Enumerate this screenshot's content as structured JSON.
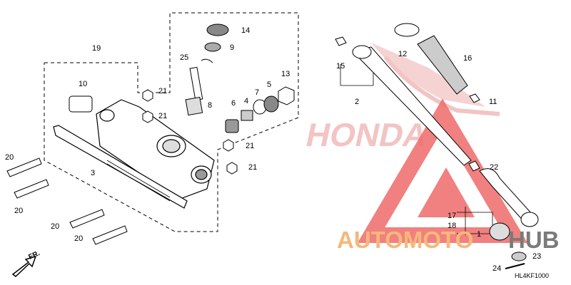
{
  "watermark": {
    "text_left": "AUTOMOTO",
    "text_right": "HUB",
    "color_left": "#f5b87a",
    "color_right": "#7a7a7a",
    "logo_color": "#ef6b6b",
    "brand_text": "HONDA",
    "brand_color": "#f3c4c4"
  },
  "diagram_code": "HL4KF1000",
  "front_label": "FR.",
  "callouts": {
    "c1": "1",
    "c2": "2",
    "c3": "3",
    "c4": "4",
    "c5": "5",
    "c6": "6",
    "c7": "7",
    "c8": "8",
    "c9": "9",
    "c10": "10",
    "c11": "11",
    "c12": "12",
    "c13": "13",
    "c14": "14",
    "c15": "15",
    "c16": "16",
    "c17": "17",
    "c18": "18",
    "c19": "19",
    "c20a": "20",
    "c20b": "20",
    "c20c": "20",
    "c20d": "20",
    "c21a": "21",
    "c21b": "21",
    "c21c": "21",
    "c21d": "21",
    "c22": "22",
    "c23": "23",
    "c24": "24",
    "c25": "25"
  }
}
